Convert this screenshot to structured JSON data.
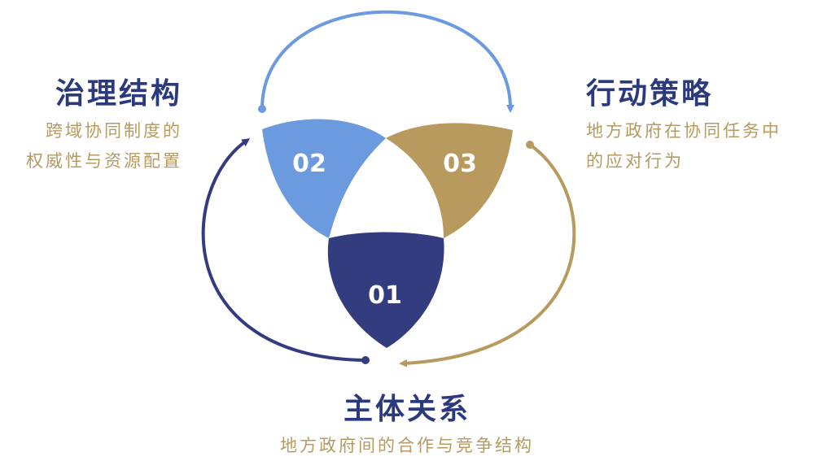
{
  "items": [
    {
      "number": "01",
      "title": "主体关系",
      "description": [
        "地方政府间的合作与竞争结构"
      ],
      "color": "#343c80"
    },
    {
      "number": "02",
      "title": "治理结构",
      "description": [
        "跨域协同制度的",
        "权威性与资源配置"
      ],
      "color": "#6b9ade"
    },
    {
      "number": "03",
      "title": "行动策略",
      "description": [
        "地方政府在协同任务中",
        "的应对行为"
      ],
      "color": "#b89a5e"
    }
  ],
  "colors": {
    "title": "#2b3a7d",
    "description": "#b59b62",
    "arrow_top": "#6b9ade",
    "arrow_right": "#b89a5e",
    "arrow_left": "#343c80"
  }
}
